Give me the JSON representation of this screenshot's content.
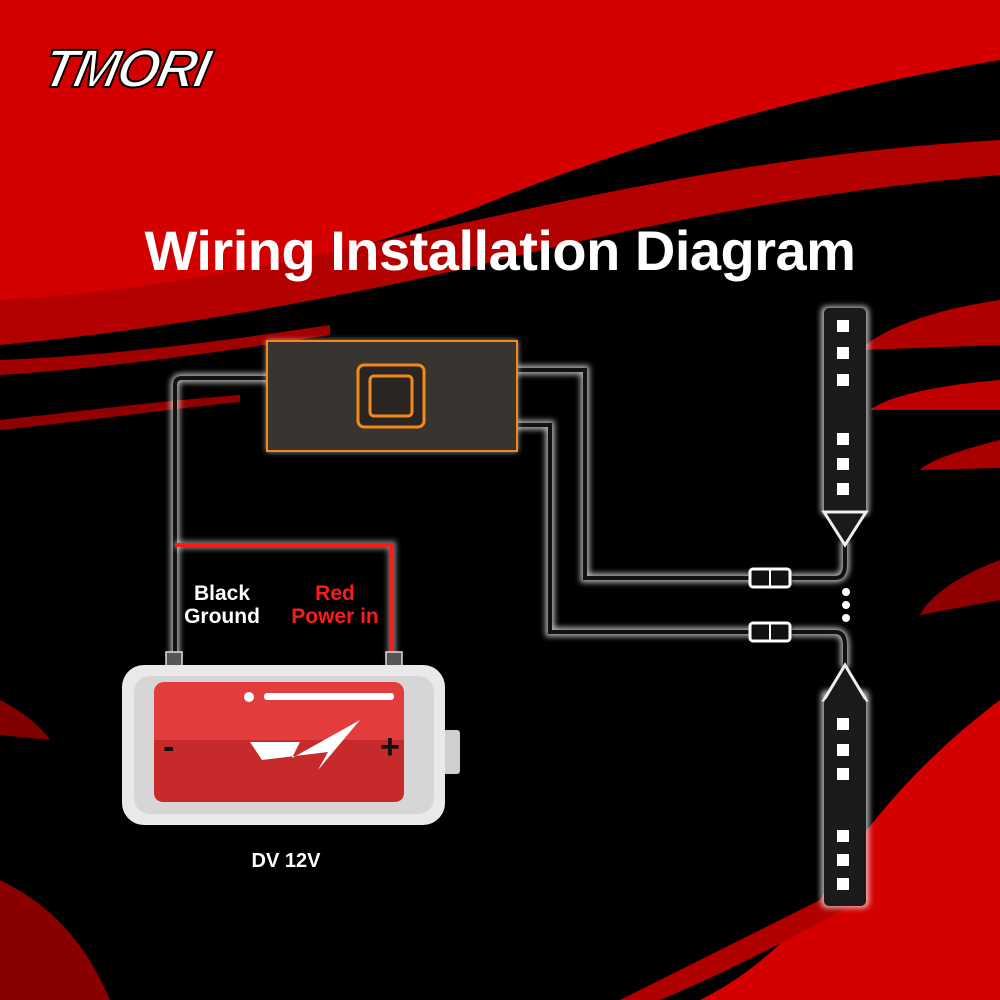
{
  "brand": {
    "logo_text": "TMORI"
  },
  "title": "Wiring Installation Diagram",
  "labels": {
    "black_wire_line1": "Black",
    "black_wire_line2": "Ground",
    "red_wire_line1": "Red",
    "red_wire_line2": "Power in",
    "battery_minus": "-",
    "battery_plus": "+",
    "battery_voltage": "DV 12V"
  },
  "colors": {
    "background": "#000000",
    "brand_red": "#d40000",
    "wire_red": "#ff1a1a",
    "controller_accent": "#f08a1c",
    "battery_red": "#e23c3c"
  },
  "icons": {
    "controller": "square-button-icon",
    "battery": "lightning-bolt-icon",
    "continuation": "vertical-ellipsis-icon"
  }
}
